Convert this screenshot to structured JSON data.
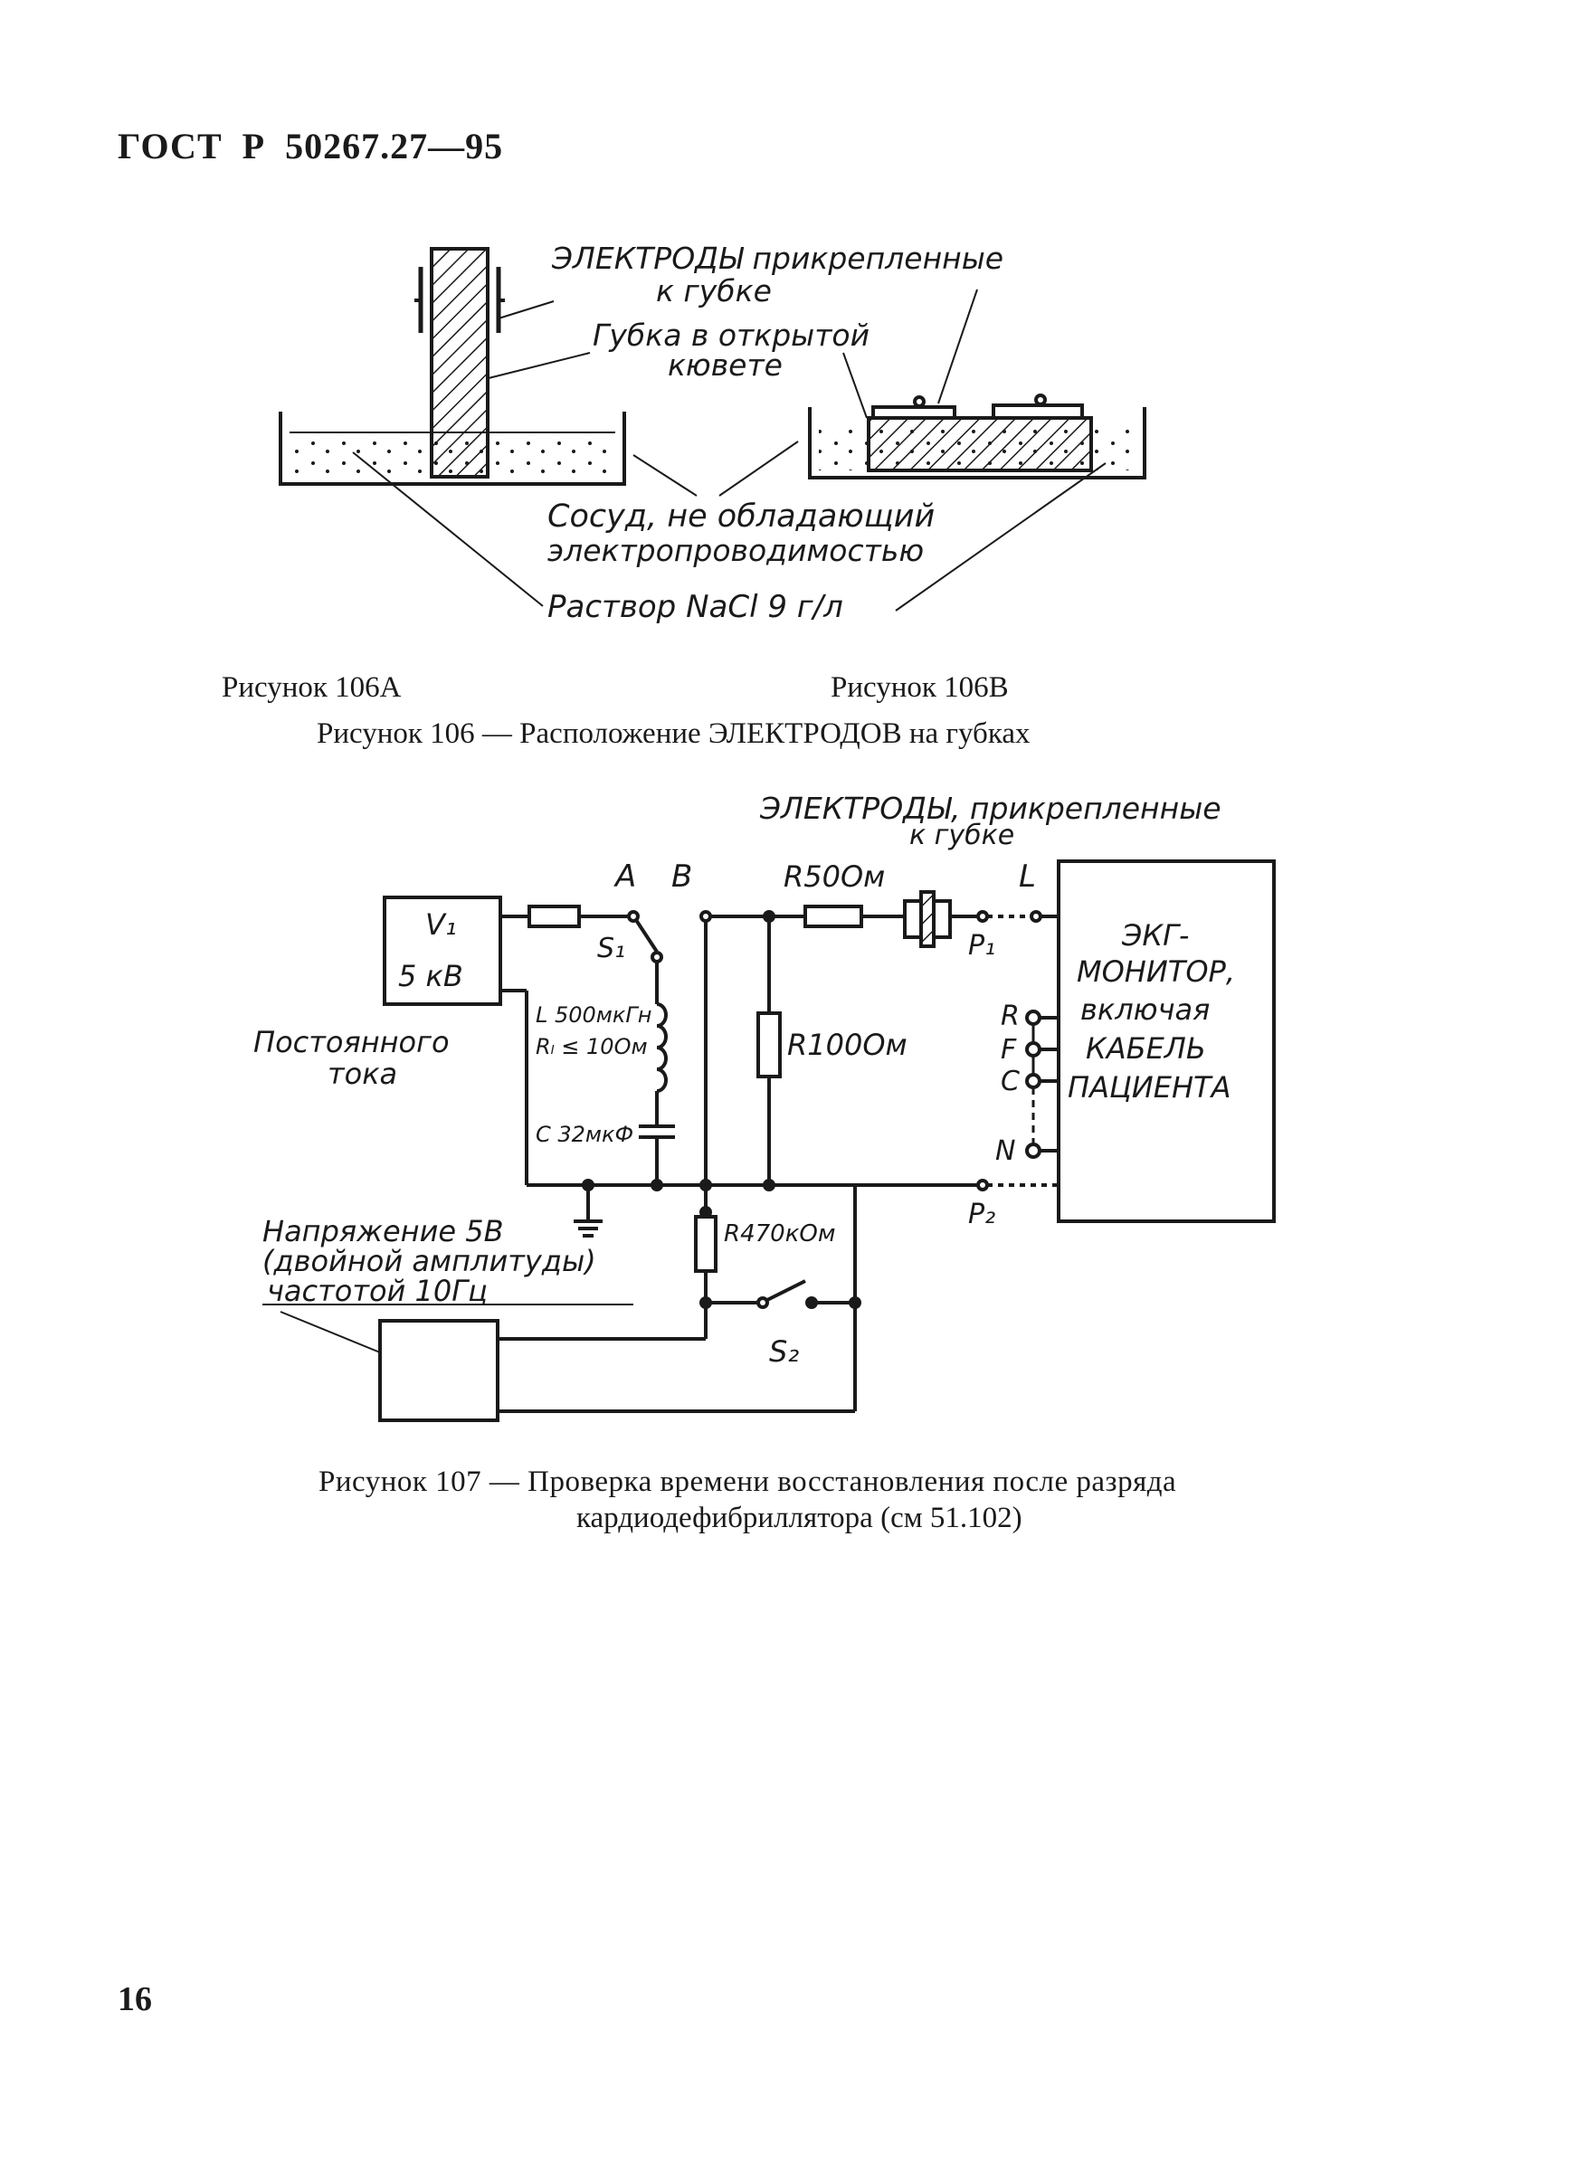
{
  "header": {
    "standard": "ГОСТ",
    "letter": "Р",
    "number": "50267.27—95"
  },
  "figure106": {
    "labels": {
      "electrodes_line1": "ЭЛЕКТРОДЫ прикрепленные",
      "electrodes_line2": "к губке",
      "sponge_line1": "Губка в открытой",
      "sponge_line2": "кювете",
      "vessel_line1": "Сосуд, не обладающий",
      "vessel_line2": "электропроводимостью",
      "solution": "Раствор NaCl 9 г/л"
    },
    "caption_a": "Рисунок 106A",
    "caption_b": "Рисунок 106B",
    "caption": "Рисунок 106 — Расположение ЭЛЕКТРОДОВ на губках"
  },
  "figure107": {
    "labels": {
      "electrodes_line1": "ЭЛЕКТРОДЫ, прикрепленные",
      "electrodes_line2": "к губке",
      "node_a": "A",
      "node_b": "B",
      "node_l": "L",
      "v1": "V₁",
      "v1_value": "5 кВ",
      "dc_line1": "Постоянного",
      "dc_line2": "тока",
      "s1": "S₁",
      "s2": "S₂",
      "inductor_line1": "L 500мкГн",
      "inductor_line2": "Rₗ ≤ 10Ом",
      "capacitor": "C 32мкФ",
      "r50": "R50Ом",
      "r100": "R100Ом",
      "r470": "R470кОм",
      "p1": "P₁",
      "p2": "P₂",
      "monitor": [
        "ЭКГ-",
        "МОНИТОР,",
        "включая",
        "КАБЕЛЬ",
        "ПАЦИЕНТА"
      ],
      "lead_r": "R",
      "lead_f": "F",
      "lead_c": "C",
      "lead_n": "N",
      "voltage_line1": "Напряжение 5В",
      "voltage_line2": "(двойной амплитуды)",
      "voltage_line3": "частотой 10Гц"
    },
    "caption_line1": "Рисунок 107 — Проверка времени восстановления после разряда",
    "caption_line2": "кардиодефибриллятора (см 51.102)"
  },
  "page_number": "16"
}
